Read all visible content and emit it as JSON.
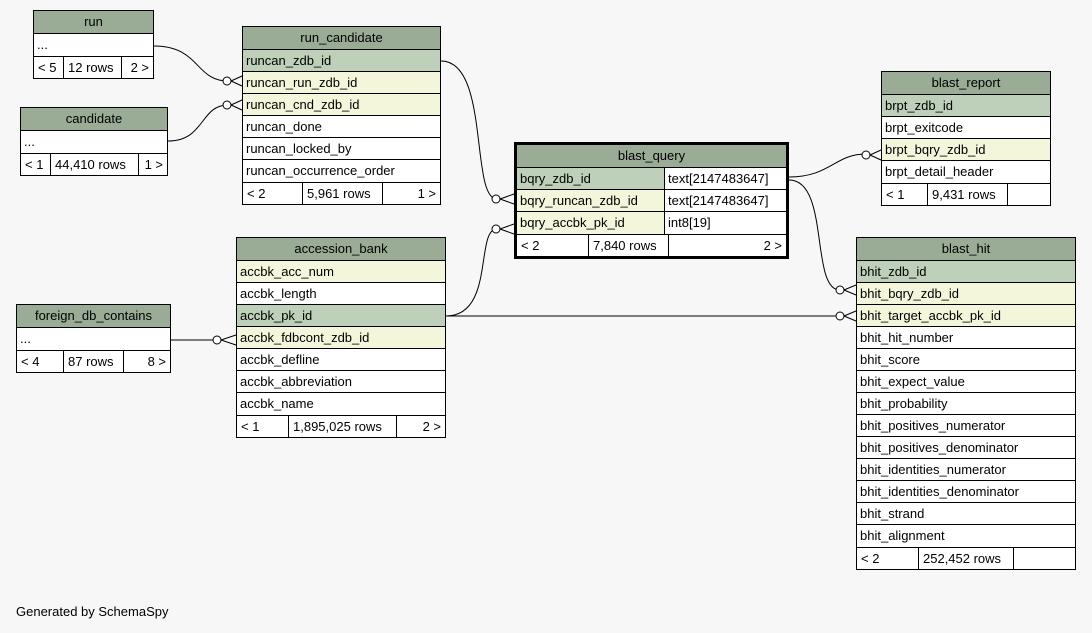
{
  "tables": {
    "run": {
      "name": "run",
      "rows": [
        {
          "name": "...",
          "kind": "plain"
        }
      ],
      "footer": {
        "prev": "< 5",
        "count": "12 rows",
        "next": "2 >"
      }
    },
    "candidate": {
      "name": "candidate",
      "rows": [
        {
          "name": "...",
          "kind": "plain"
        }
      ],
      "footer": {
        "prev": "< 1",
        "count": "44,410 rows",
        "next": "1 >"
      }
    },
    "run_candidate": {
      "name": "run_candidate",
      "rows": [
        {
          "name": "runcan_zdb_id",
          "kind": "pk"
        },
        {
          "name": "runcan_run_zdb_id",
          "kind": "fk"
        },
        {
          "name": "runcan_cnd_zdb_id",
          "kind": "fk"
        },
        {
          "name": "runcan_done",
          "kind": "plain"
        },
        {
          "name": "runcan_locked_by",
          "kind": "plain"
        },
        {
          "name": "runcan_occurrence_order",
          "kind": "plain"
        }
      ],
      "footer": {
        "prev": "< 2",
        "count": "5,961 rows",
        "next": "1 >"
      }
    },
    "foreign_db_contains": {
      "name": "foreign_db_contains",
      "rows": [
        {
          "name": "...",
          "kind": "plain"
        }
      ],
      "footer": {
        "prev": "< 4",
        "count": "87 rows",
        "next": "8 >"
      }
    },
    "accession_bank": {
      "name": "accession_bank",
      "rows": [
        {
          "name": "accbk_acc_num",
          "kind": "fk"
        },
        {
          "name": "accbk_length",
          "kind": "plain"
        },
        {
          "name": "accbk_pk_id",
          "kind": "pk"
        },
        {
          "name": "accbk_fdbcont_zdb_id",
          "kind": "fk"
        },
        {
          "name": "accbk_defline",
          "kind": "plain"
        },
        {
          "name": "accbk_abbreviation",
          "kind": "plain"
        },
        {
          "name": "accbk_name",
          "kind": "plain"
        }
      ],
      "footer": {
        "prev": "< 1",
        "count": "1,895,025 rows",
        "next": "2 >"
      }
    },
    "blast_query": {
      "name": "blast_query",
      "rows": [
        {
          "name": "bqry_zdb_id",
          "type": "text[2147483647]",
          "kind": "pk"
        },
        {
          "name": "bqry_runcan_zdb_id",
          "type": "text[2147483647]",
          "kind": "fk"
        },
        {
          "name": "bqry_accbk_pk_id",
          "type": "int8[19]",
          "kind": "fk"
        }
      ],
      "footer": {
        "prev": "< 2",
        "count": "7,840 rows",
        "next": "2 >"
      }
    },
    "blast_report": {
      "name": "blast_report",
      "rows": [
        {
          "name": "brpt_zdb_id",
          "kind": "pk"
        },
        {
          "name": "brpt_exitcode",
          "kind": "plain"
        },
        {
          "name": "brpt_bqry_zdb_id",
          "kind": "fk"
        },
        {
          "name": "brpt_detail_header",
          "kind": "plain"
        }
      ],
      "footer": {
        "prev": "< 1",
        "count": "9,431 rows",
        "next": ""
      }
    },
    "blast_hit": {
      "name": "blast_hit",
      "rows": [
        {
          "name": "bhit_zdb_id",
          "kind": "pk"
        },
        {
          "name": "bhit_bqry_zdb_id",
          "kind": "fk"
        },
        {
          "name": "bhit_target_accbk_pk_id",
          "kind": "fk"
        },
        {
          "name": "bhit_hit_number",
          "kind": "plain"
        },
        {
          "name": "bhit_score",
          "kind": "plain"
        },
        {
          "name": "bhit_expect_value",
          "kind": "plain"
        },
        {
          "name": "bhit_probability",
          "kind": "plain"
        },
        {
          "name": "bhit_positives_numerator",
          "kind": "plain"
        },
        {
          "name": "bhit_positives_denominator",
          "kind": "plain"
        },
        {
          "name": "bhit_identities_numerator",
          "kind": "plain"
        },
        {
          "name": "bhit_identities_denominator",
          "kind": "plain"
        },
        {
          "name": "bhit_strand",
          "kind": "plain"
        },
        {
          "name": "bhit_alignment",
          "kind": "plain"
        }
      ],
      "footer": {
        "prev": "< 2",
        "count": "252,452 rows",
        "next": ""
      }
    }
  },
  "colors": {
    "header": "#9aab96",
    "pk": "#bfd0ba",
    "fk": "#f4f6dc",
    "background": "#f7f7f7"
  },
  "footer_note": "Generated by SchemaSpy"
}
